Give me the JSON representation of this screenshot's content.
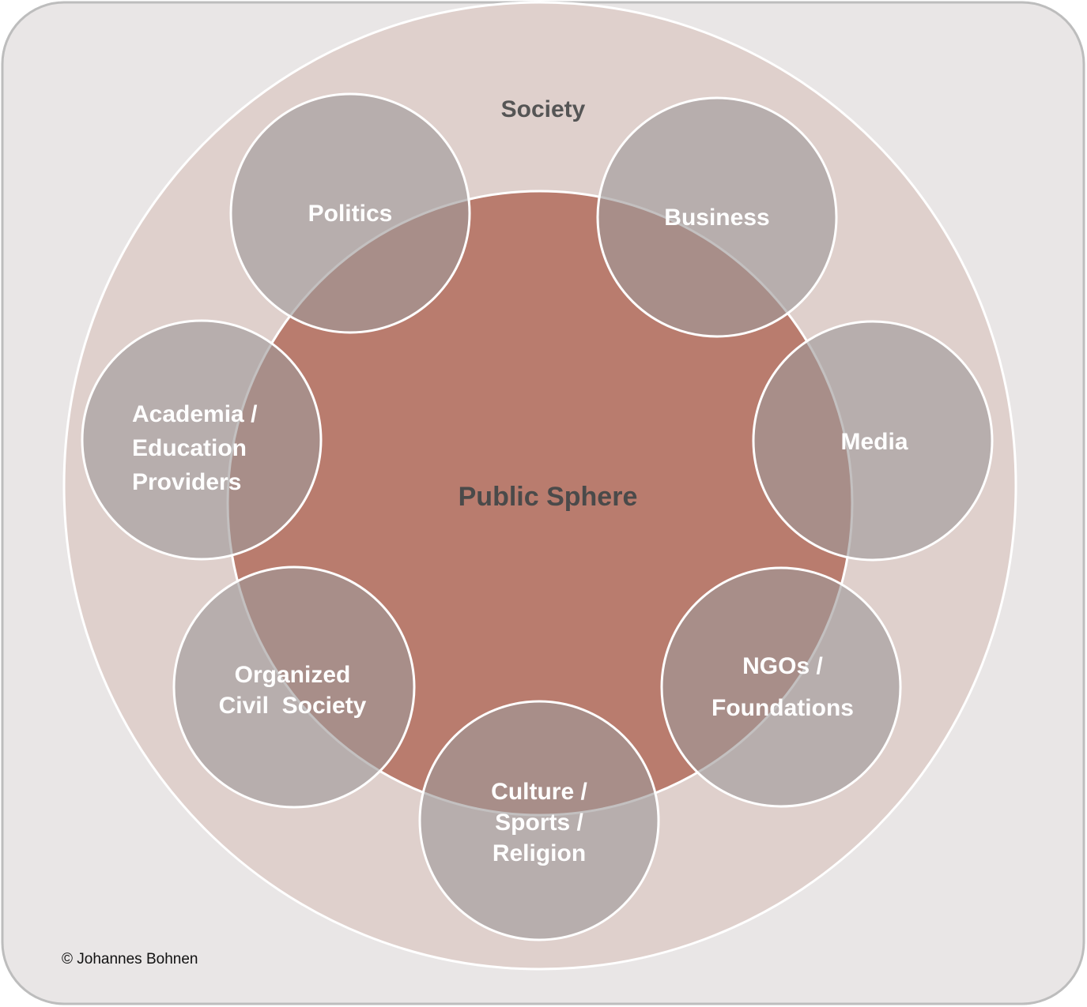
{
  "outer_label": "Society",
  "center_label": "Public Sphere",
  "copyright": "© Johannes Bohnen",
  "colors": {
    "frame_fill": "#e9e6e6",
    "frame_stroke": "#bdbdbd",
    "society_fill": "#dfd0cc",
    "public_sphere_fill": "#b97c6e",
    "sector_fill": "#9e9a9a",
    "stroke": "#ffffff"
  },
  "sectors": [
    {
      "id": "politics",
      "lines": [
        "Politics"
      ]
    },
    {
      "id": "business",
      "lines": [
        "Business"
      ]
    },
    {
      "id": "academia",
      "lines": [
        "Academia /",
        "Education",
        "Providers"
      ]
    },
    {
      "id": "media",
      "lines": [
        "Media"
      ]
    },
    {
      "id": "civil-society",
      "lines": [
        "Organized",
        "Civil  Society"
      ]
    },
    {
      "id": "ngos",
      "lines": [
        "NGOs /",
        "Foundations"
      ]
    },
    {
      "id": "culture",
      "lines": [
        "Culture /",
        "Sports /",
        "Religion"
      ]
    }
  ]
}
